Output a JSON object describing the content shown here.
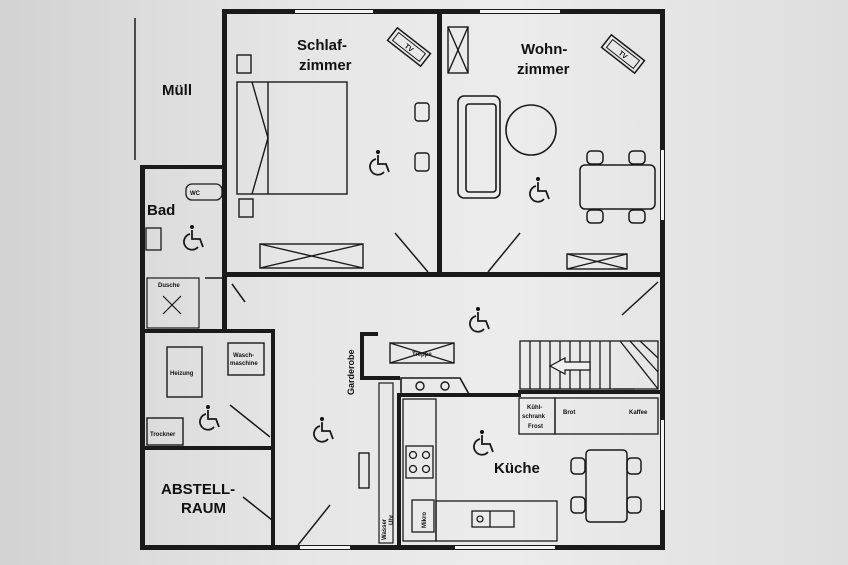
{
  "plan": {
    "rooms": {
      "muell": "Müll",
      "schlaf_1": "Schlaf-",
      "schlaf_2": "zimmer",
      "wohn_1": "Wohn-",
      "wohn_2": "zimmer",
      "bad": "Bad",
      "kueche": "Küche",
      "abstell_1": "ABSTELL-",
      "abstell_2": "RAUM"
    },
    "fixtures": {
      "tv": "TV",
      "wc": "WC",
      "dusche": "Dusche",
      "heizung": "Heizung",
      "wasch_1": "Wasch-",
      "wasch_2": "maschine",
      "trockner": "Trockner",
      "garderobe": "Garderobe",
      "treppe": "Treppe",
      "kuehl_1": "Kühl-",
      "kuehl_2": "schrank",
      "kuehl_3": "Frost",
      "brot": "Brot",
      "kaffee": "Kaffee",
      "wasser_1": "Wasser",
      "wasser_2": "Uhr",
      "mikro": "Mikro"
    }
  }
}
